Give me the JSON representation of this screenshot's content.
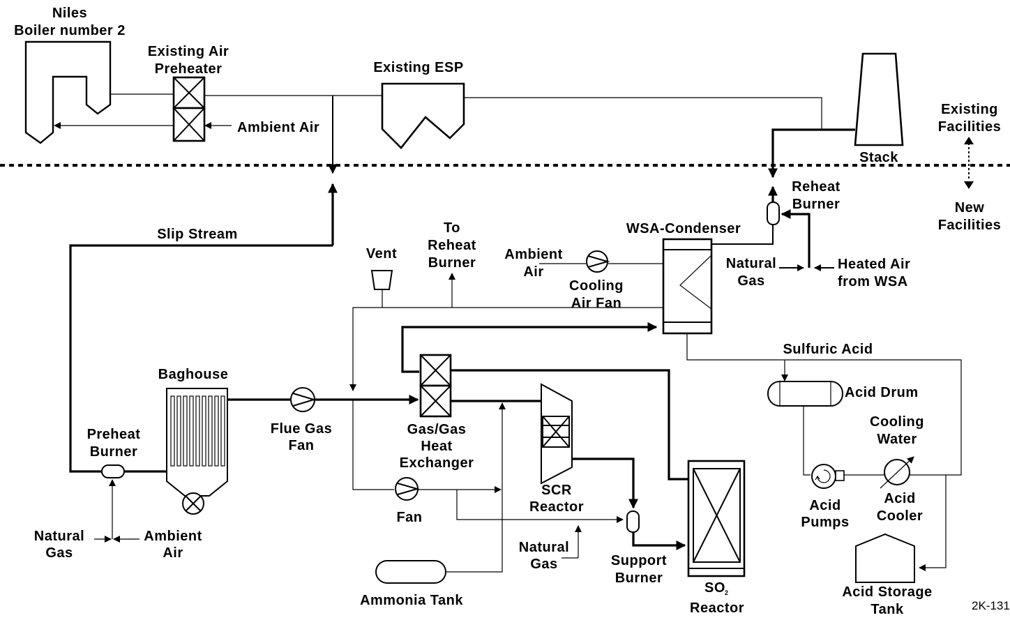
{
  "labels": {
    "niles": "Niles",
    "boiler": "Boiler number 2",
    "air_preheater_1": "Existing Air",
    "air_preheater_2": "Preheater",
    "existing_esp": "Existing ESP",
    "ambient_air_top": "Ambient Air",
    "stack": "Stack",
    "existing_facilities_1": "Existing",
    "existing_facilities_2": "Facilities",
    "new_facilities_1": "New",
    "new_facilities_2": "Facilities",
    "reheat_burner_1": "Reheat",
    "reheat_burner_2": "Burner",
    "slip_stream": "Slip Stream",
    "to_reheat_1": "To",
    "to_reheat_2": "Reheat",
    "to_reheat_3": "Burner",
    "vent": "Vent",
    "ambient_air_mid_1": "Ambient",
    "ambient_air_mid_2": "Air",
    "wsa_condenser": "WSA-Condenser",
    "natural_gas_top_1": "Natural",
    "natural_gas_top_2": "Gas",
    "heated_air_1": "Heated Air",
    "heated_air_2": "from WSA",
    "cooling_air_fan_1": "Cooling",
    "cooling_air_fan_2": "Air Fan",
    "sulfuric_acid": "Sulfuric Acid",
    "baghouse": "Baghouse",
    "acid_drum": "Acid Drum",
    "flue_gas_fan_1": "Flue Gas",
    "flue_gas_fan_2": "Fan",
    "gas_gas_1": "Gas/Gas",
    "gas_gas_2": "Heat",
    "gas_gas_3": "Exchanger",
    "cooling_water_1": "Cooling",
    "cooling_water_2": "Water",
    "preheat_burner_1": "Preheat",
    "preheat_burner_2": "Burner",
    "scr_reactor_1": "SCR",
    "scr_reactor_2": "Reactor",
    "acid_pumps_1": "Acid",
    "acid_pumps_2": "Pumps",
    "acid_cooler_1": "Acid",
    "acid_cooler_2": "Cooler",
    "fan": "Fan",
    "natural_gas_left_1": "Natural",
    "natural_gas_left_2": "Gas",
    "ambient_air_left_1": "Ambient",
    "ambient_air_left_2": "Air",
    "natural_gas_mid_1": "Natural",
    "natural_gas_mid_2": "Gas",
    "support_burner_1": "Support",
    "support_burner_2": "Burner",
    "acid_storage_1": "Acid Storage",
    "acid_storage_2": "Tank",
    "ammonia_tank": "Ammonia Tank",
    "so2_reactor_so": "SO",
    "so2_reactor_sub": "2",
    "so2_reactor_2": "Reactor",
    "figure_id": "2K-131"
  }
}
